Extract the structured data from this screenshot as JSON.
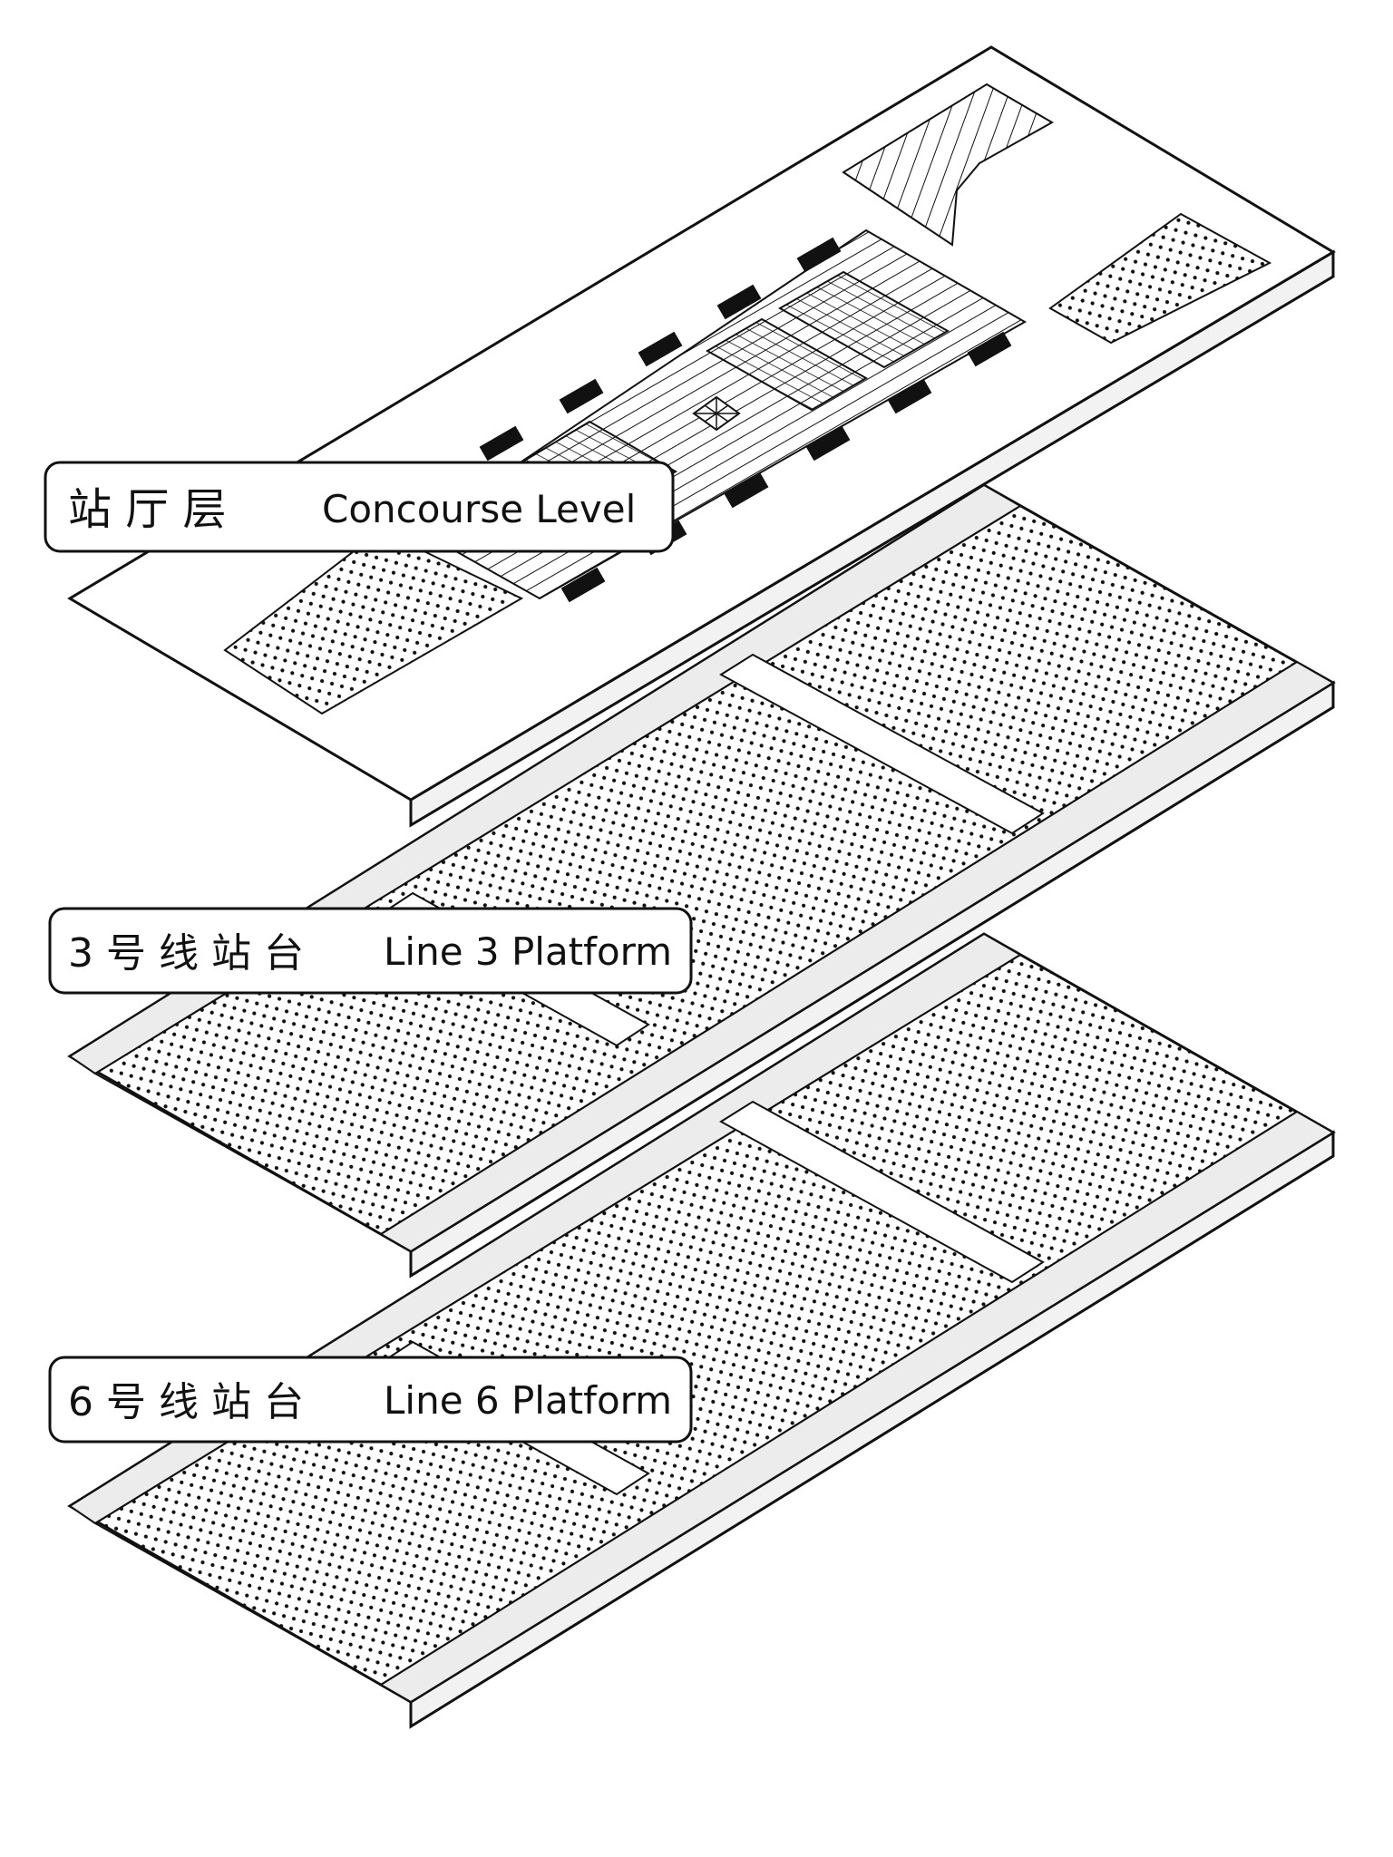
{
  "levels": [
    {
      "id": "concourse",
      "zh": "站 厅 层",
      "en": "Concourse Level"
    },
    {
      "id": "line3",
      "zh": "3 号 线 站 台",
      "en": "Line 3 Platform"
    },
    {
      "id": "line6",
      "zh": "6 号 线 站 台",
      "en": "Line 6 Platform"
    }
  ],
  "colors": {
    "ink": "#111111",
    "paper": "#ffffff",
    "edge_fill": "#ececec",
    "slab_side": "#f2f2f2"
  }
}
